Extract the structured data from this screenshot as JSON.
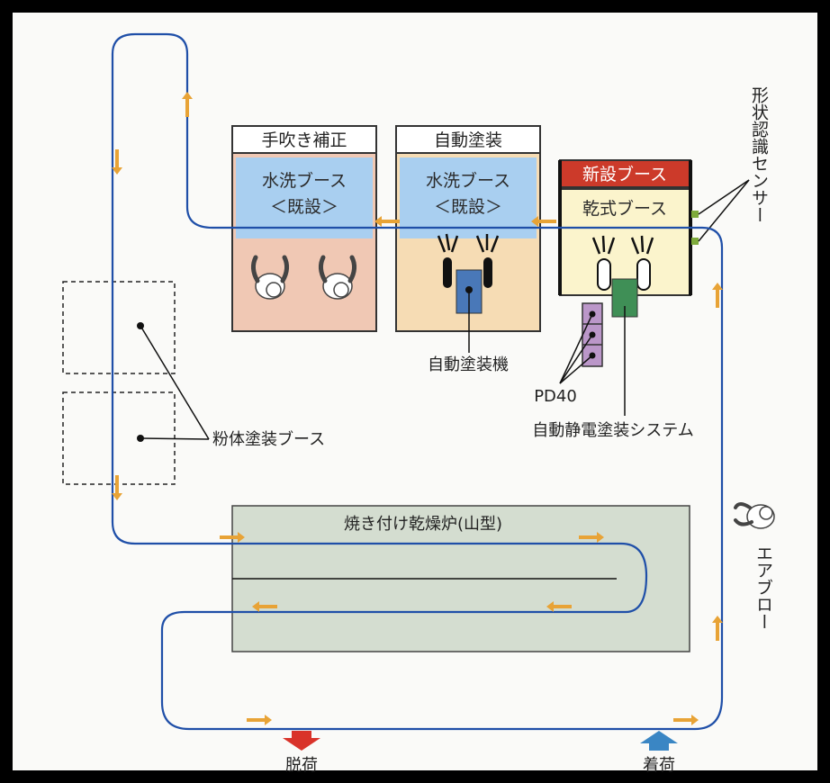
{
  "colors": {
    "conveyor_line": "#1f4fa8",
    "flow_arrow": "#e8a336",
    "manual_booth_bg": "#f0c8b4",
    "auto_booth_bg": "#f6dcb4",
    "new_booth_bg": "#fbf4cc",
    "water_booth_bg": "#a9cff0",
    "new_header": "#cc3a2a",
    "machine_blue": "#4978b8",
    "electrostatic_green": "#3f8f56",
    "pd40_purple": "#bb97c9",
    "furnace_bg": "#d4ddd0",
    "unload_arrow": "#d9332a",
    "load_arrow": "#3a86c4"
  },
  "booths": [
    {
      "header": "手吹き補正",
      "inner_line1": "水洗ブース",
      "inner_line2": "＜既設＞",
      "icon": "worker-icon"
    },
    {
      "header": "自動塗装",
      "inner_line1": "水洗ブース",
      "inner_line2": "＜既設＞",
      "icon": "spray-gun-icon"
    },
    {
      "header": "新設ブース",
      "inner_line1": "乾式ブース",
      "icon": "spray-gun-icon"
    }
  ],
  "labels": {
    "shape_sensor": "形状認識センサー",
    "auto_painting_machine": "自動塗装機",
    "pd40": "PD40",
    "electrostatic_system": "自動静電塗装システム",
    "powder_booth": "粉体塗装ブース",
    "furnace": "焼き付け乾燥炉(山型)",
    "air_blow": "エアブロー",
    "unload": "脱荷",
    "load": "着荷"
  },
  "icons": [
    "flow-arrow-icon",
    "worker-icon",
    "spray-gun-icon",
    "sensor-icon",
    "air-blow-worker-icon",
    "unload-arrow-icon",
    "load-arrow-icon"
  ]
}
